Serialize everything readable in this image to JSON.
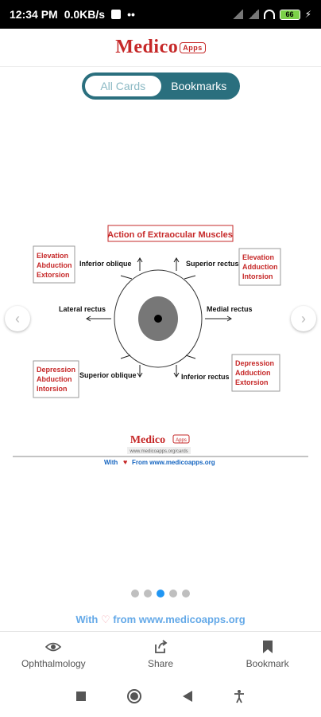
{
  "status_bar": {
    "time": "12:34 PM",
    "speed": "0.0KB/s",
    "dots": "••",
    "battery": "66",
    "bolt": "⚡"
  },
  "header": {
    "logo_text": "Medico",
    "logo_apps": "Apps",
    "brand_color": "#c62828"
  },
  "tabs": {
    "all_cards": "All Cards",
    "bookmarks": "Bookmarks",
    "active": "all_cards",
    "accent": "#2a6f7e"
  },
  "card": {
    "title": "Action of Extraocular Muscles",
    "muscles": {
      "inferior_oblique": "Inferior oblique",
      "superior_rectus": "Superior rectus",
      "lateral_rectus": "Lateral rectus",
      "medial_rectus": "Medial rectus",
      "superior_oblique": "Superior oblique",
      "inferior_rectus": "Inferior rectus"
    },
    "actions": {
      "top_left": [
        "Elevation",
        "Abduction",
        "Extorsion"
      ],
      "top_right": [
        "Elevation",
        "Adduction",
        "Intorsion"
      ],
      "bottom_left": [
        "Depression",
        "Abduction",
        "Intorsion"
      ],
      "bottom_right": [
        "Depression",
        "Adduction",
        "Extorsion"
      ]
    },
    "watermark_logo": "Medico",
    "watermark_apps": "Apps",
    "watermark_url": "www.medicoapps.org/cards",
    "credit_with": "With",
    "credit_from": "From www.medicoapps.org"
  },
  "carousel": {
    "total": 5,
    "active_index": 2,
    "prev_icon": "chevron-left-icon",
    "next_icon": "chevron-right-icon"
  },
  "credit": {
    "with": "With",
    "heart": "♡",
    "from": "from www.medicoapps.org"
  },
  "bottom_bar": {
    "ophthalmology": "Ophthalmology",
    "share": "Share",
    "bookmark": "Bookmark"
  }
}
